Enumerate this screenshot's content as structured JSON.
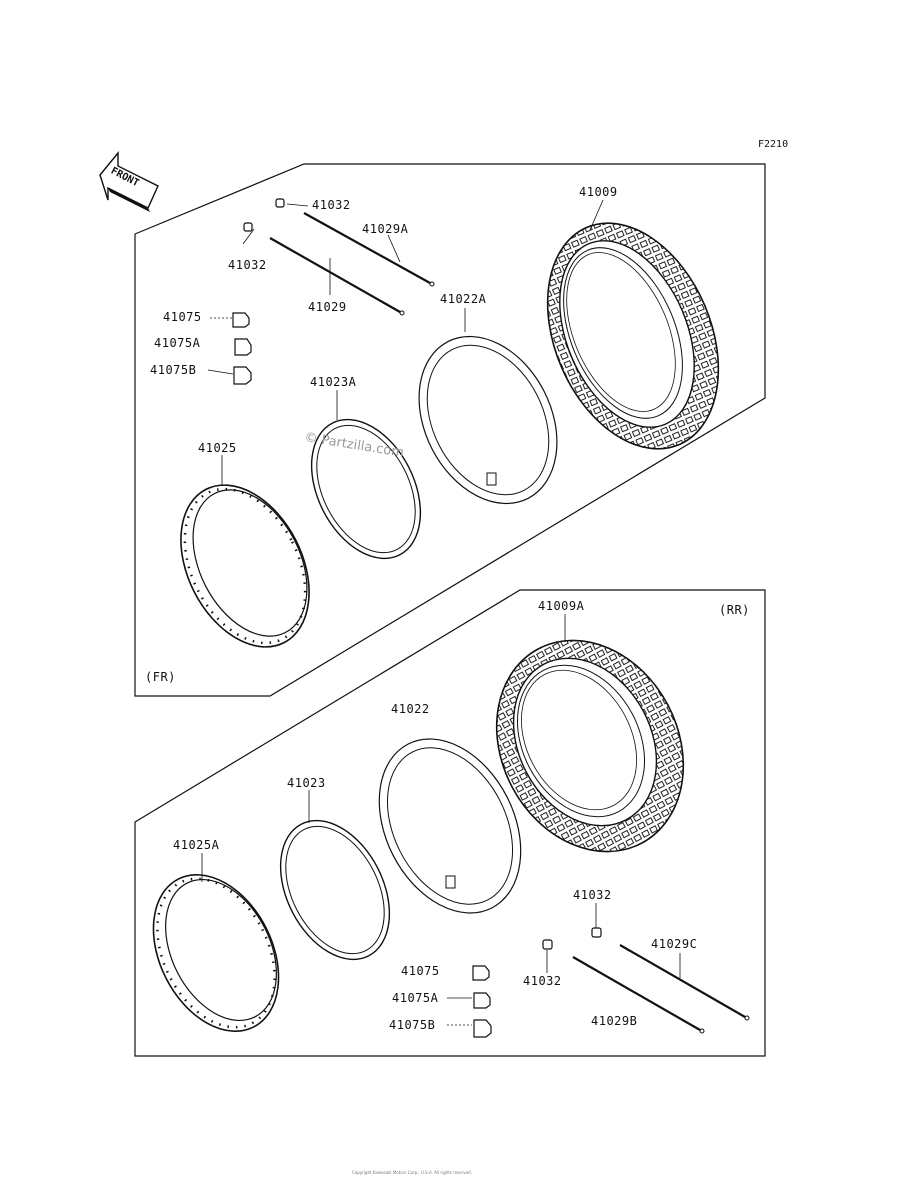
{
  "diagram": {
    "figure_ref": "F2210",
    "direction_arrow_text": "FRONT",
    "watermark": "© Partzilla.com",
    "footer_text": "Copyright Kawasaki Motors Corp., U.S.A. All rights reserved.",
    "front_section": {
      "tag": "(FR)",
      "labels": {
        "tire": "41009",
        "spoke_a": "41029A",
        "spoke": "41029",
        "nipple_1": "41032",
        "nipple_2": "41032",
        "tube": "41022A",
        "rim_band": "41023A",
        "rim": "41025",
        "spacer": "41075",
        "spacer_a": "41075A",
        "spacer_b": "41075B"
      }
    },
    "rear_section": {
      "tag": "(RR)",
      "labels": {
        "tire": "41009A",
        "tube": "41022",
        "rim_band": "41023",
        "rim": "41025A",
        "nipple_1": "41032",
        "nipple_2": "41032",
        "spoke_c": "41029C",
        "spoke_b": "41029B",
        "spacer": "41075",
        "spacer_a": "41075A",
        "spacer_b": "41075B"
      }
    }
  }
}
